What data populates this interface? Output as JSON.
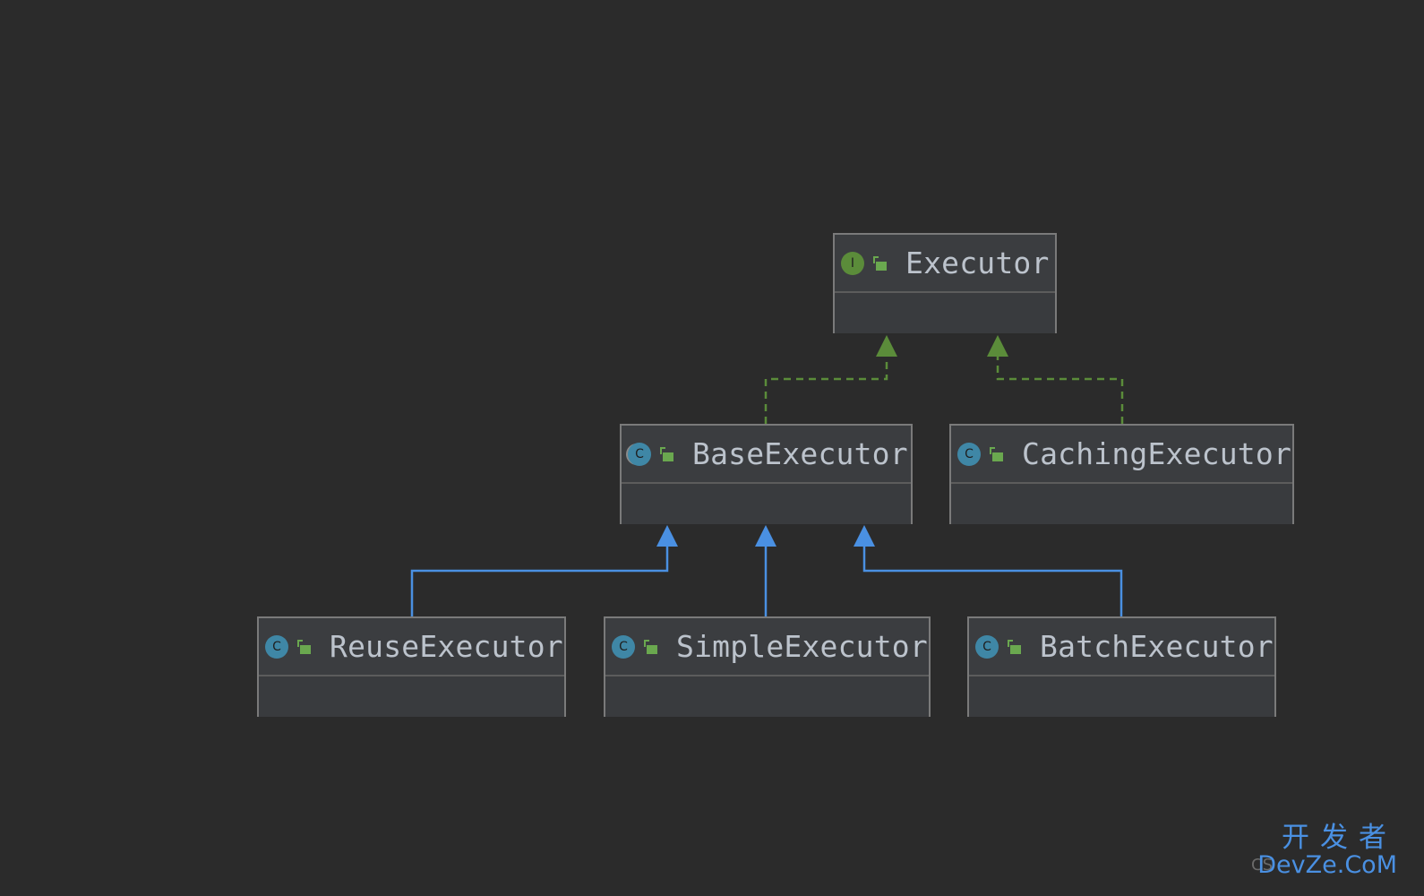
{
  "nodes": {
    "executor": {
      "name": "Executor",
      "kind": "interface",
      "kind_letter": "I",
      "visibility_icon": "unlock-icon"
    },
    "base_executor": {
      "name": "BaseExecutor",
      "kind": "abstract-class",
      "kind_letter": "C",
      "visibility_icon": "unlock-icon"
    },
    "caching_executor": {
      "name": "CachingExecutor",
      "kind": "class",
      "kind_letter": "C",
      "visibility_icon": "unlock-icon"
    },
    "reuse_executor": {
      "name": "ReuseExecutor",
      "kind": "class",
      "kind_letter": "C",
      "visibility_icon": "unlock-icon"
    },
    "simple_executor": {
      "name": "SimpleExecutor",
      "kind": "class",
      "kind_letter": "C",
      "visibility_icon": "unlock-icon"
    },
    "batch_executor": {
      "name": "BatchExecutor",
      "kind": "class",
      "kind_letter": "C",
      "visibility_icon": "unlock-icon"
    }
  },
  "edges": [
    {
      "from": "BaseExecutor",
      "to": "Executor",
      "type": "implements",
      "style": "dashed"
    },
    {
      "from": "CachingExecutor",
      "to": "Executor",
      "type": "implements",
      "style": "dashed"
    },
    {
      "from": "ReuseExecutor",
      "to": "BaseExecutor",
      "type": "extends",
      "style": "solid"
    },
    {
      "from": "SimpleExecutor",
      "to": "BaseExecutor",
      "type": "extends",
      "style": "solid"
    },
    {
      "from": "BatchExecutor",
      "to": "BaseExecutor",
      "type": "extends",
      "style": "solid"
    }
  ],
  "colors": {
    "background": "#2b2b2b",
    "node_fill": "#3b3d40",
    "node_border": "#7a7a7a",
    "implements_edge": "#5b8c3a",
    "extends_edge": "#4a90e2",
    "class_icon": "#3f87a6",
    "interface_icon": "#5b8c3a"
  },
  "watermark": {
    "line1": "开发者",
    "line2": "DevZe.CoM",
    "faint": "CS"
  }
}
